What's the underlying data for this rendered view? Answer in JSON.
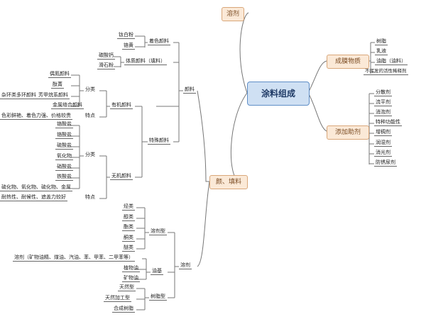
{
  "root": "涂料组成",
  "solvent": "溶剂",
  "film": {
    "label": "成膜物质",
    "items": [
      "树脂",
      "乳液",
      "油脂（油料）",
      "不挥发的活性稀释剂"
    ]
  },
  "additives": {
    "label": "添加助剂",
    "items": [
      "分散剂",
      "流平剂",
      "消泡剂",
      "特种功能性",
      "增稠剂",
      "润湿剂",
      "消光剂",
      "防锈尿剂"
    ]
  },
  "pigment_filler": "颜、填料",
  "pigment": "颜料",
  "coloring": {
    "label": "着色颜料",
    "items": [
      "钛白粉",
      "铬黄"
    ]
  },
  "body": {
    "label": "体质颜料（填料）",
    "items": [
      "碳酸钙",
      "滑石粉"
    ]
  },
  "special": "特殊颜料",
  "organic": {
    "label": "有机颜料",
    "class": "分类",
    "classes": [
      "偶氮颜料",
      "酞菁",
      "杂环类多环颜料",
      "芳甲烷系颜料",
      "金属络合颜料"
    ],
    "features_label": "特点",
    "features": "色彩鲜艳、着色力强、价格较贵"
  },
  "inorganic": {
    "label": "无机颜料",
    "class": "分类",
    "classes": [
      "铬酸盐",
      "硫酸盐",
      "氧化物",
      "硝酸盐",
      "铁酸盐"
    ],
    "classes_more": "硫化物、氧化物、硫化物、金属",
    "features_label": "特点",
    "features": "耐热性、耐候性、遮盖力较好"
  },
  "solvents": {
    "label": "溶剂",
    "dissolve": {
      "label": "溶剂型",
      "items": [
        "烃类",
        "醇类",
        "酯类",
        "酮类",
        "醚类"
      ]
    },
    "oil_note": "溶剂（矿物油精、煤油、汽油、苯、甲苯、二甲苯等）",
    "oil": {
      "label": "油基",
      "items": [
        "植物油",
        "矿物油"
      ]
    },
    "resin": {
      "label": "树脂型",
      "items": [
        "天然型",
        "天然加工型",
        "合成树脂"
      ]
    }
  }
}
